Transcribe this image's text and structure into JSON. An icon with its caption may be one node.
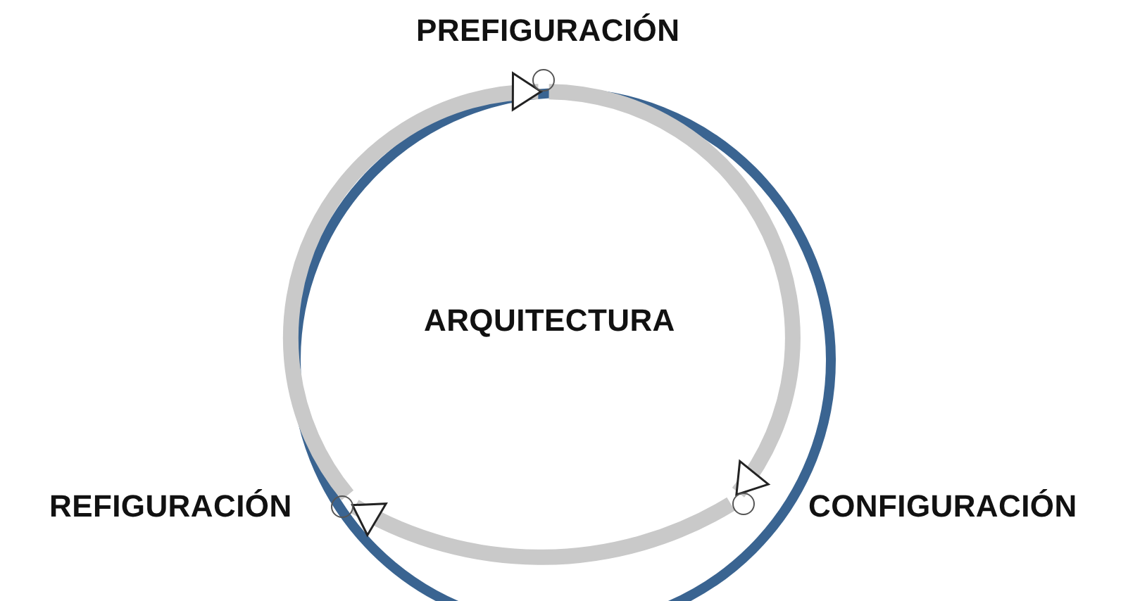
{
  "diagram": {
    "nodes": [
      {
        "text": [],
        "shape": "circle",
        "beside": [
          "PREFIGURACIÓN"
        ]
      },
      {
        "text": [],
        "shape": "circle",
        "beside": [
          "CONFIGURACIÓN"
        ]
      },
      {
        "text": [],
        "shape": "circle",
        "beside": [
          "REFIGURACIÓN"
        ]
      }
    ],
    "edges": [
      {
        "from": 2,
        "to": 0,
        "arrow": "to"
      },
      {
        "from": 0,
        "to": 1,
        "arrow": "to"
      },
      {
        "from": 1,
        "to": 2,
        "arrow": "to"
      }
    ],
    "labels": [
      "ARQUITECTURA"
    ]
  }
}
